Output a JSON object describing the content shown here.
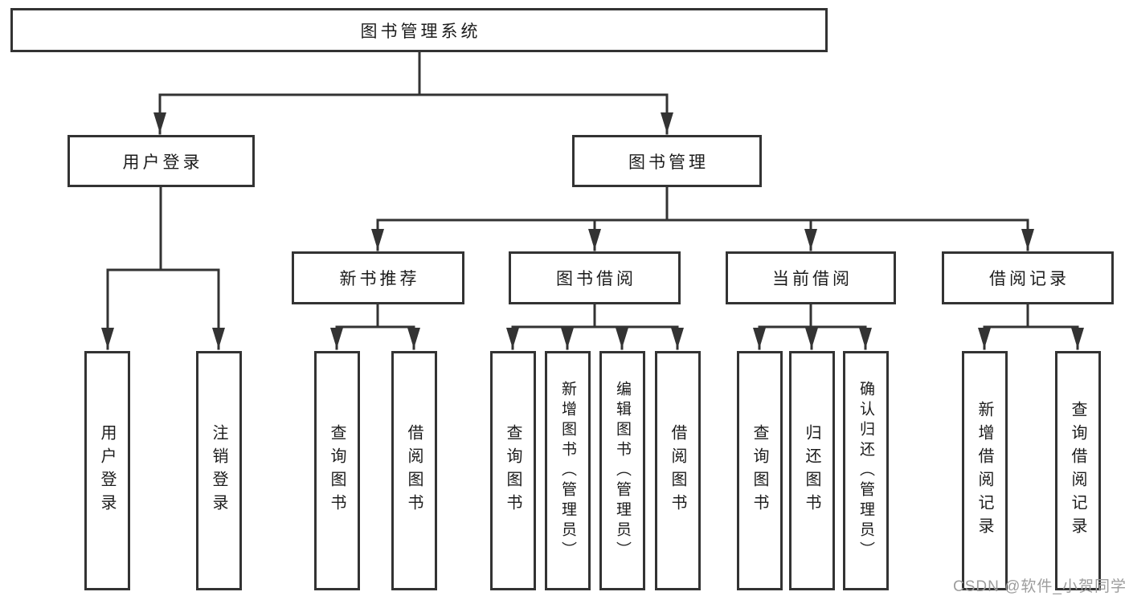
{
  "diagram": {
    "root": {
      "label": "图书管理系统"
    },
    "level2": [
      {
        "label": "用户登录"
      },
      {
        "label": "图书管理"
      }
    ],
    "level3": [
      {
        "label": "新书推荐"
      },
      {
        "label": "图书借阅"
      },
      {
        "label": "当前借阅"
      },
      {
        "label": "借阅记录"
      }
    ],
    "leaves": [
      {
        "label": "用户登录"
      },
      {
        "label": "注销登录"
      },
      {
        "label": "查询图书"
      },
      {
        "label": "借阅图书"
      },
      {
        "label": "查询图书"
      },
      {
        "label": "新增图书（管理员）"
      },
      {
        "label": "编辑图书（管理员）"
      },
      {
        "label": "借阅图书"
      },
      {
        "label": "查询图书"
      },
      {
        "label": "归还图书"
      },
      {
        "label": "确认归还（管理员）"
      },
      {
        "label": "新增借阅记录"
      },
      {
        "label": "查询借阅记录"
      }
    ],
    "watermark": "CSDN @软件_小贺同学",
    "colors": {
      "line": "#333333",
      "box_border": "#333333",
      "text": "#1c1c1c",
      "watermark": "#9d9d9d",
      "background": "#ffffff"
    }
  }
}
